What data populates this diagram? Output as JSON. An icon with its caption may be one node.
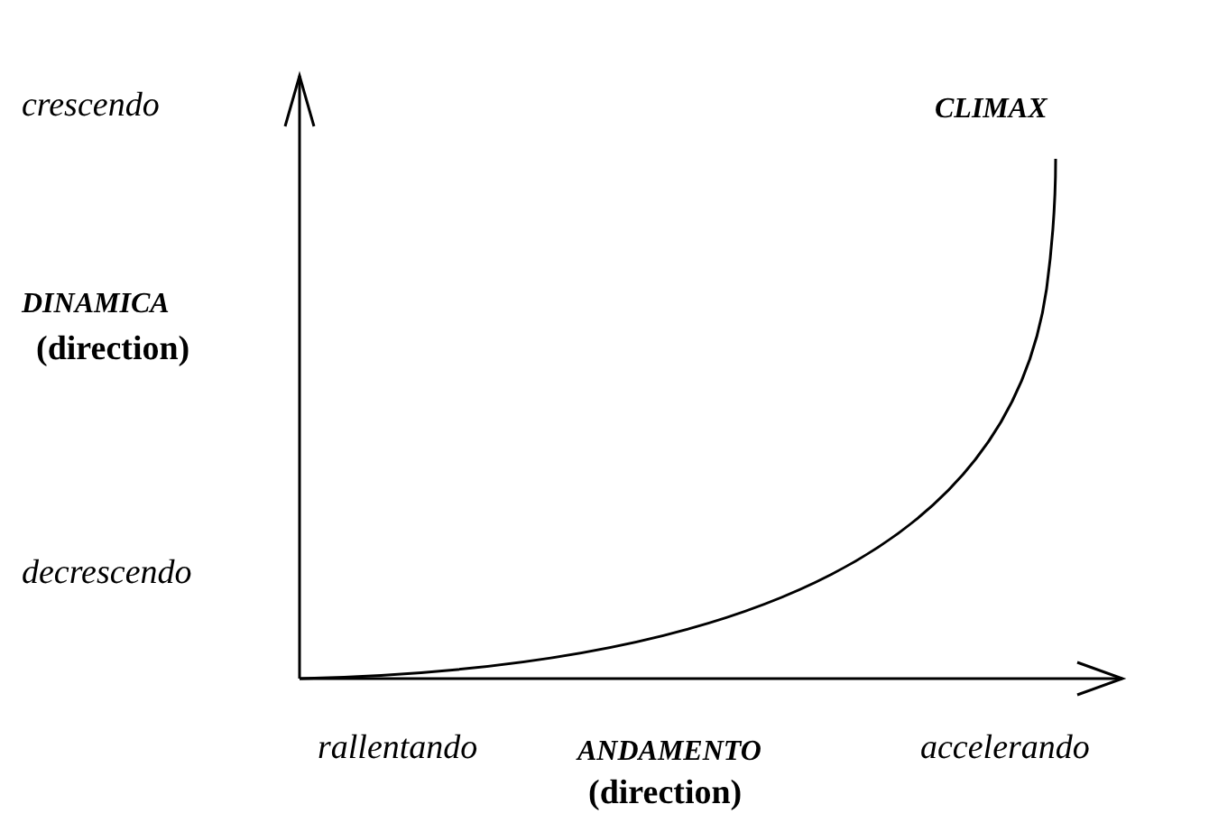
{
  "diagram": {
    "labels": [
      "crescendo",
      "CLIMAX",
      "DINAMICA",
      "(direction)",
      "decrescendo",
      "rallentando",
      "ANDAMENTO",
      "(direction)",
      "accelerando"
    ]
  }
}
